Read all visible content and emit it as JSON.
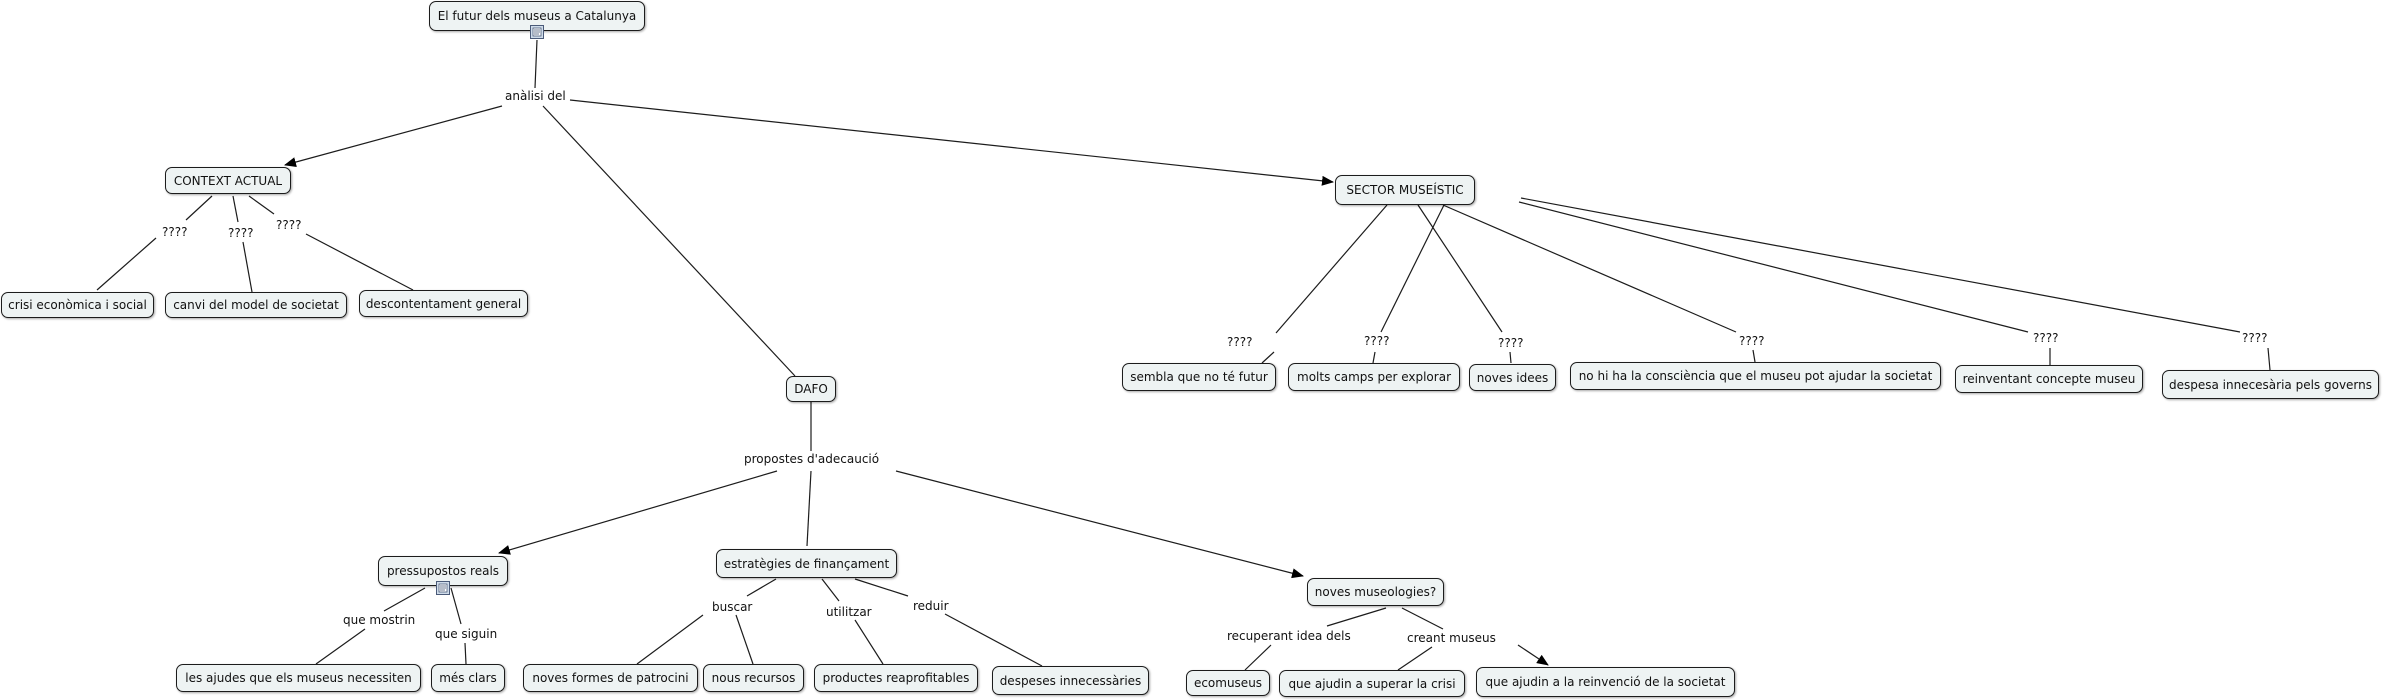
{
  "nodes": {
    "root": "El futur dels museus a Catalunya",
    "context": "CONTEXT ACTUAL",
    "sector": "SECTOR MUSEÍSTIC",
    "dafo": "DAFO",
    "crisi": "crisi econòmica i social",
    "canvi": "canvi del model de societat",
    "descontentament": "descontentament general",
    "sembla": "sembla que no té futur",
    "molts": "molts camps per explorar",
    "noves_idees": "noves idees",
    "no_hi_ha": "no hi ha la consciència que el museu pot ajudar la societat",
    "reinventant": "reinventant concepte museu",
    "despesa": "despesa innecesària pels governs",
    "pressupostos": "pressupostos reals",
    "estrategies": "estratègies de finançament",
    "noves_museologies": "noves museologies?",
    "les_ajudes": "les ajudes que els museus necessiten",
    "mes_clars": "més clars",
    "noves_formes": "noves formes de patrocini",
    "nous_recursos": "nous recursos",
    "productes": "productes reaprofitables",
    "despeses": "despeses innecessàries",
    "ecomuseus": "ecomuseus",
    "superar": "que ajudin a superar la crisi",
    "reinvencio": "que ajudin a la reinvenció de la societat"
  },
  "links": {
    "analisi": "anàlisi del",
    "q1": "????",
    "q2": "????",
    "q3": "????",
    "q4": "????",
    "q5": "????",
    "q6": "????",
    "q7": "????",
    "q8": "????",
    "q9": "????",
    "propostes": "propostes d'adecaució",
    "que_mostrin": "que mostrin",
    "que_siguin": "que siguin",
    "buscar": "buscar",
    "utilitzar": "utilitzar",
    "reduir": "reduir",
    "recuperant": "recuperant idea dels",
    "creant": "creant museus"
  },
  "icons": {
    "root_attachment": "document-icon",
    "pressupostos_attachment": "document-icon"
  },
  "colors": {
    "node_fill": "#eef3f3",
    "node_border": "#1c1c1c",
    "line": "#1c1c1c"
  }
}
